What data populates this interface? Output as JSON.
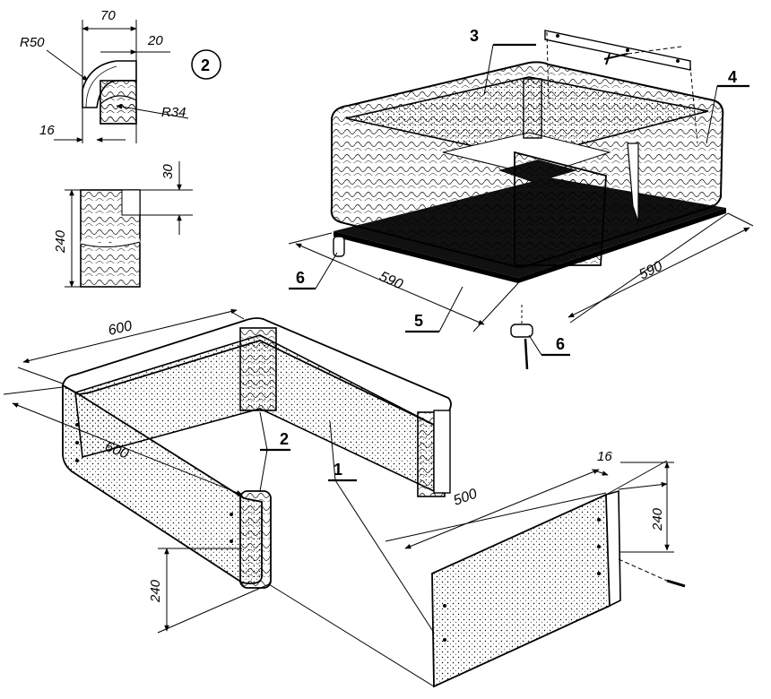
{
  "figure_number": "2",
  "profile_dims": {
    "width": "70",
    "inner": "20",
    "outer_radius": "R50",
    "inner_radius": "R34",
    "thickness": "16"
  },
  "board_dims": {
    "groove": "30",
    "height": "240"
  },
  "assembled": {
    "width": "590",
    "depth": "590"
  },
  "frame": {
    "length": "600",
    "depth": "600",
    "height": "240"
  },
  "panel": {
    "length": "500",
    "thickness": "16",
    "height": "240"
  },
  "callouts": {
    "c1": "1",
    "c2": "2",
    "c3": "3",
    "c4": "4",
    "c5": "5",
    "c6a": "6",
    "c6b": "6"
  },
  "colors": {
    "ink": "#000000",
    "paper": "#ffffff",
    "base": "#1a1a1a"
  }
}
